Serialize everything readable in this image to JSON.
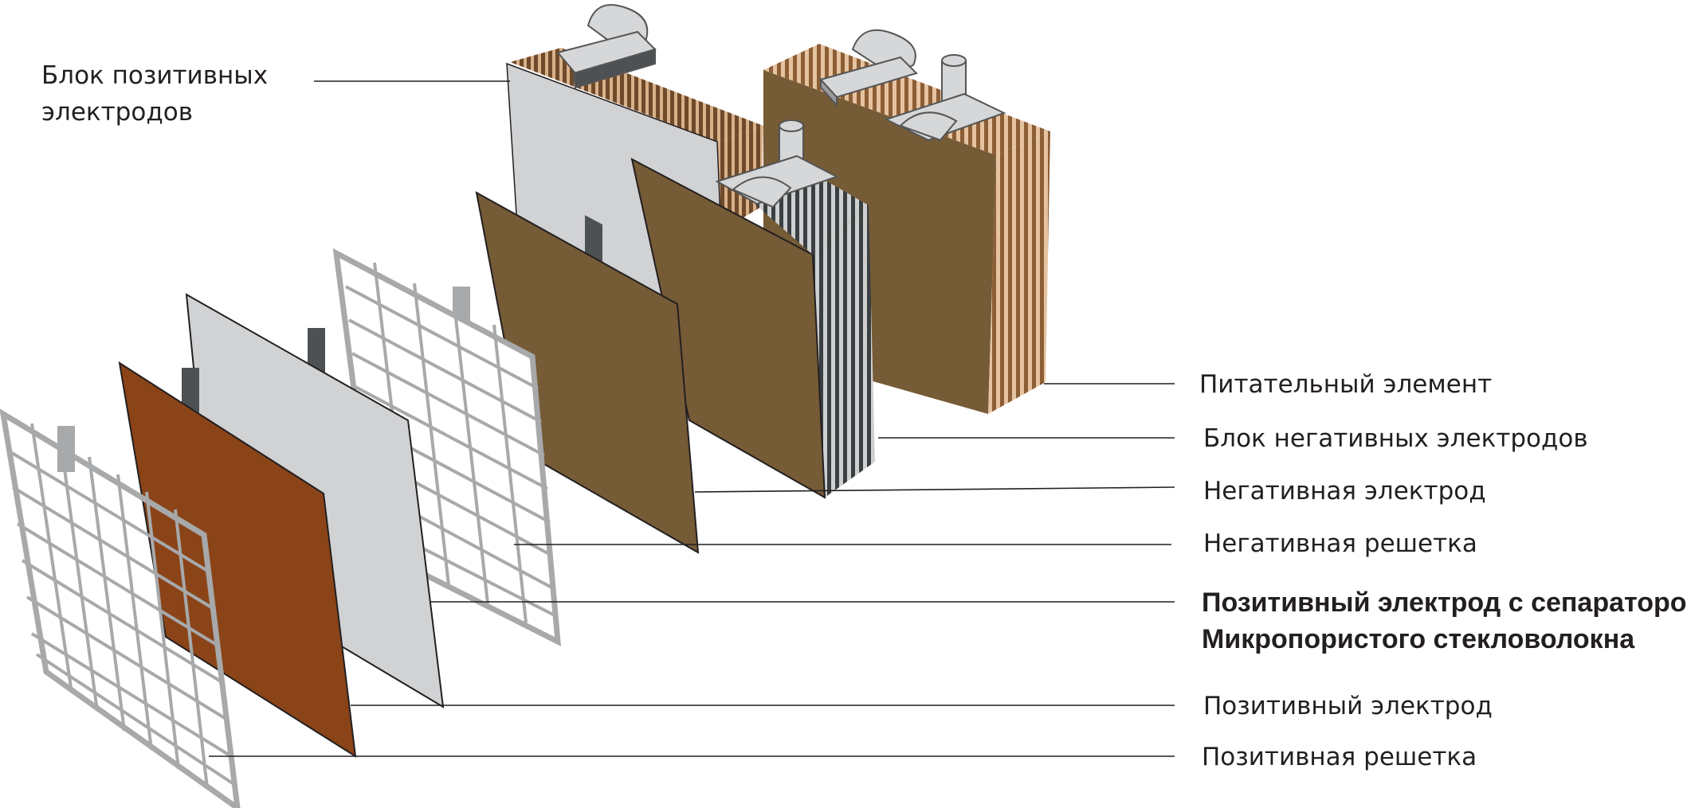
{
  "labels": {
    "positive_block": [
      "Блок позитивных",
      "электродов"
    ],
    "cell": "Питательный элемент",
    "negative_block": "Блок негативных электродов",
    "negative_electrode": "Негативная электрод",
    "negative_grid": "Негативная решетка",
    "positive_with_separator": [
      "Позитивный электрод с сепаратором",
      "Микропористого стекловолокна"
    ],
    "positive_electrode": "Позитивный электрод",
    "positive_grid": "Позитивная решетка"
  },
  "colors": {
    "copper_plate": "#8a4418",
    "separator": "#d1d2d4",
    "grid": "#a7a9ab",
    "negative_plate": "#755b36",
    "plate_edge": "#4e3b21",
    "block_stripe": "#c7956a",
    "terminal": "#d6d7d9",
    "lug_dark": "#4d5153",
    "leader_line": "#231f20"
  }
}
